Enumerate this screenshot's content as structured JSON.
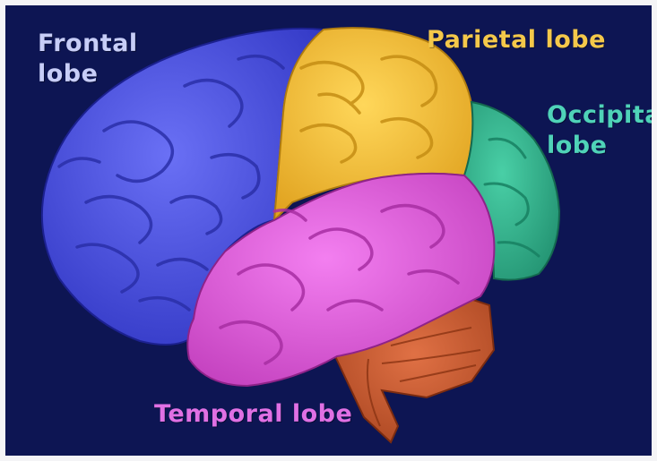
{
  "labels": {
    "frontal": [
      "Frontal",
      "lobe"
    ],
    "parietal": "Parietal lobe",
    "occipital": [
      "Occipital",
      "lobe"
    ],
    "temporal": "Temporal lobe"
  },
  "colors": {
    "background": "#0d1553",
    "frontal": "#4b52e8",
    "parietal": "#f7c13a",
    "occipital": "#2bb38e",
    "temporal": "#e259da",
    "cerebellum": "#c9562a",
    "frontal_label": "#c7cdf7",
    "parietal_label": "#f4c84a",
    "occipital_label": "#4fd3b8",
    "temporal_label": "#e070e4"
  }
}
